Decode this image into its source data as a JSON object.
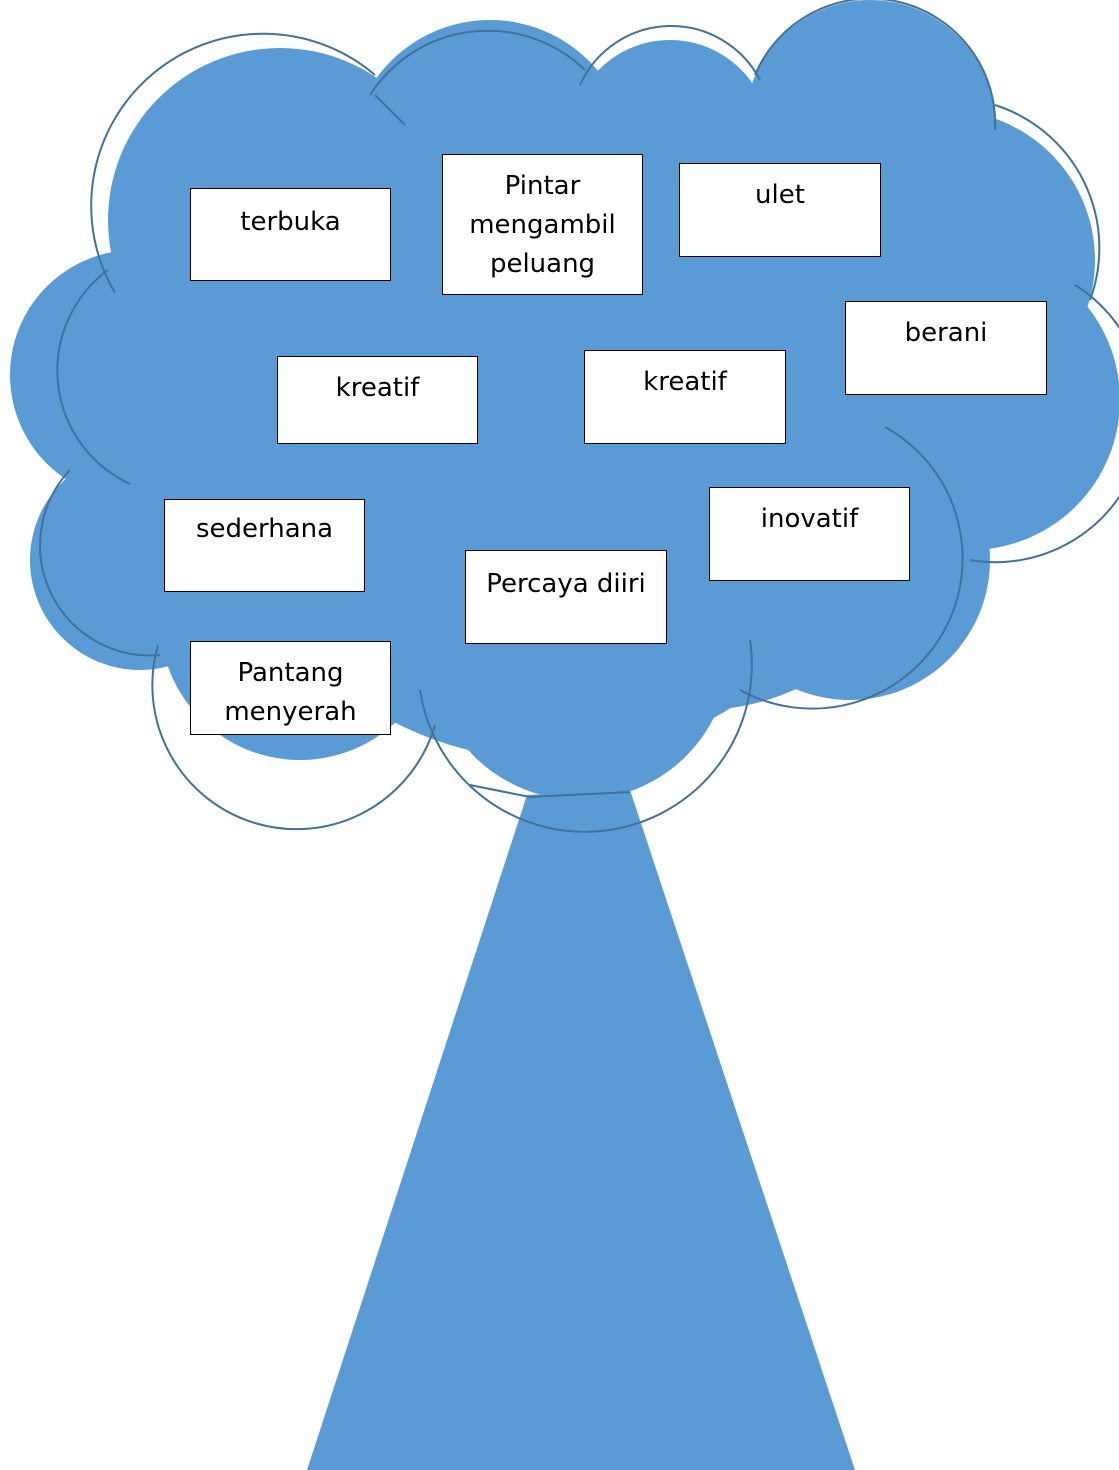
{
  "colors": {
    "fill": "#5B9BD5",
    "outline": "#41719C",
    "box_fill": "#FFFFFF",
    "box_border": "#000000",
    "text": "#000000"
  },
  "labels": {
    "terbuka": "terbuka",
    "pintar": "Pintar\nmengambil\npeluang",
    "ulet": "ulet",
    "berani": "berani",
    "kreatif_left": "kreatif",
    "kreatif_right": "kreatif",
    "sederhana": "sederhana",
    "percaya_diri": "Percaya diiri",
    "inovatif": "inovatif",
    "pantang_menyerah": "Pantang\nmenyerah"
  }
}
